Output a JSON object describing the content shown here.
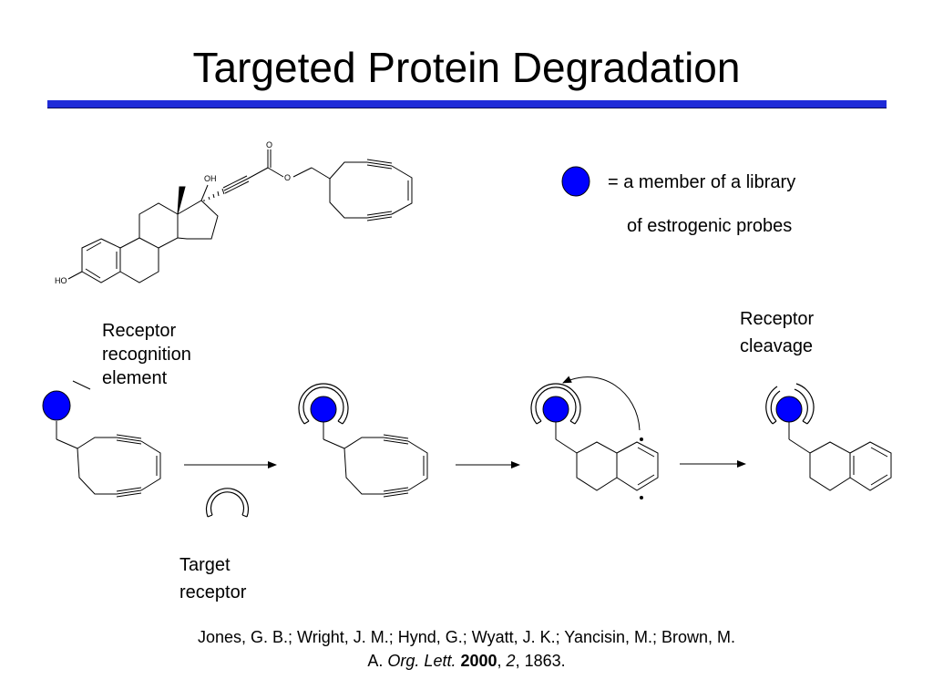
{
  "slide": {
    "title": "Targeted Protein Degradation",
    "accent_color": "#1f2bd8",
    "probe_color": "#0000ff"
  },
  "molecule": {
    "atom_labels": {
      "hydroxyl_top": "OH",
      "hydroxyl_left": "HO",
      "carbonyl_o": "O",
      "ester_o": "O"
    }
  },
  "legend": {
    "line1": "= a member of a library",
    "line2": "of estrogenic probes",
    "symbol": "blue-circle"
  },
  "labels": {
    "recognition": [
      "Receptor",
      "recognition",
      "element"
    ],
    "cleavage": [
      "Receptor",
      "cleavage"
    ],
    "target": [
      "Target",
      "receptor"
    ]
  },
  "citation": {
    "authors_line1": "Jones, G. B.; Wright, J. M.; Hynd, G.; Wyatt, J. K.; Yancisin, M.; Brown, M.",
    "authors_line2": "A.",
    "journal": "Org. Lett.",
    "year": "2000",
    "volume": "2",
    "pages": ", 1863."
  }
}
